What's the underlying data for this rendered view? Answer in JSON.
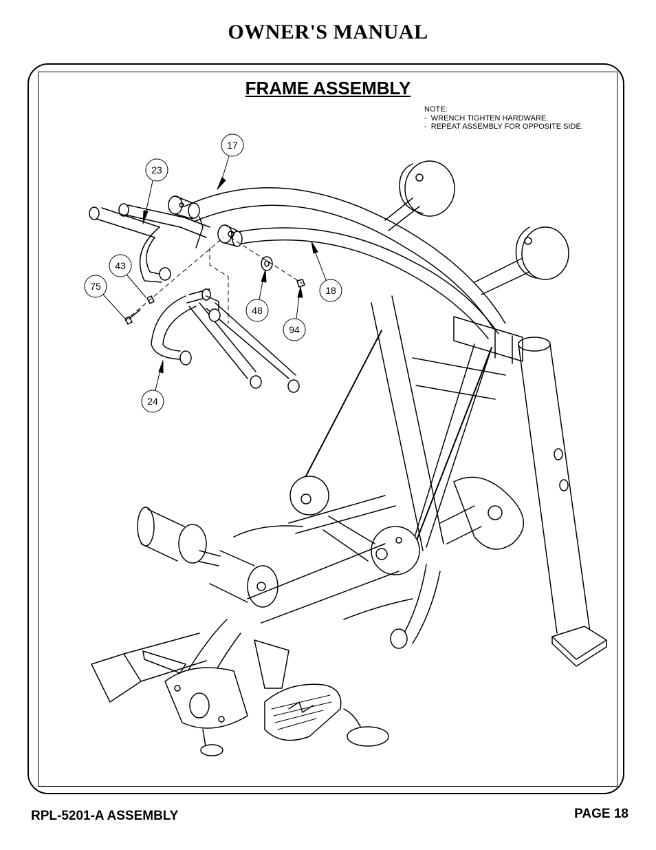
{
  "header": {
    "title": "OWNER'S MANUAL"
  },
  "section": {
    "title": "FRAME ASSEMBLY"
  },
  "note": {
    "heading": "NOTE:",
    "lines": [
      "-  WRENCH TIGHTEN HARDWARE.",
      "-  REPEAT ASSEMBLY FOR OPPOSITE SIDE."
    ]
  },
  "callouts": [
    "17",
    "23",
    "43",
    "75",
    "48",
    "94",
    "18",
    "24"
  ],
  "footer": {
    "model": "RPL-5201-A ASSEMBLY",
    "page": "PAGE 18"
  }
}
